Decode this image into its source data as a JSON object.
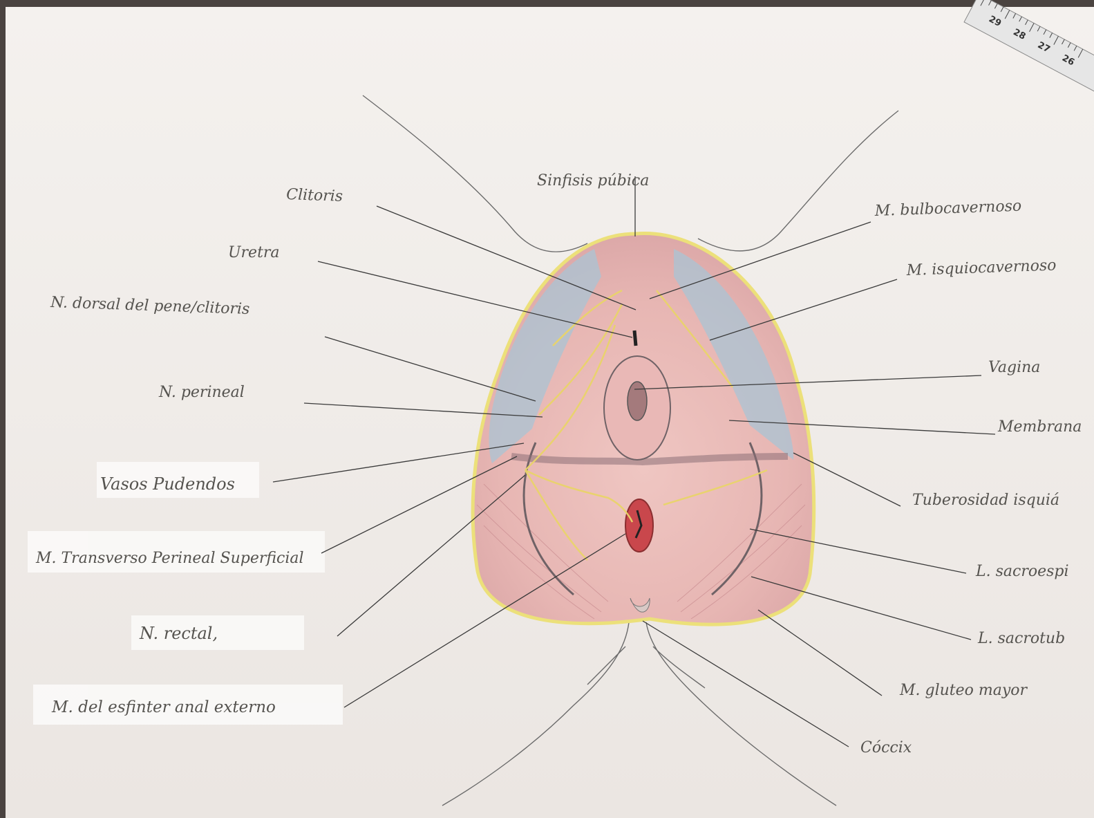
{
  "colors": {
    "paper": "#f3f0ed",
    "skin_red": "#e8b3b3",
    "membrane_blue": "#a9c4d4",
    "nerve_yellow": "#e9d46a",
    "outline_yellow": "#ece07a",
    "pencil": "#55534f"
  },
  "diagram": {
    "labels": {
      "sinfisis": "Sinfisis púbica",
      "clitoris": "Clitoris",
      "uretra": "Uretra",
      "n_dorsal": "N. dorsal del pene/clitoris",
      "n_perineal": "N. perineal",
      "vasos": "Vasos Pudendos",
      "m_transverso": "M. Transverso Perineal Superficial",
      "n_rectal": "N. rectal,",
      "m_esfinter": "M. del esfinter anal externo",
      "m_bulbo": "M. bulbocavernoso",
      "m_isquio": "M. isquiocavernoso",
      "vagina": "Vagina",
      "membrana": "Membrana",
      "tuberosidad": "Tuberosidad isquiá",
      "l_sacroespi": "L. sacroespi",
      "l_sacrotub": "L. sacrotub",
      "m_gluteo": "M. gluteo mayor",
      "coccix": "Cóccix"
    },
    "ruler_marks": [
      "29",
      "28",
      "27",
      "26"
    ]
  }
}
